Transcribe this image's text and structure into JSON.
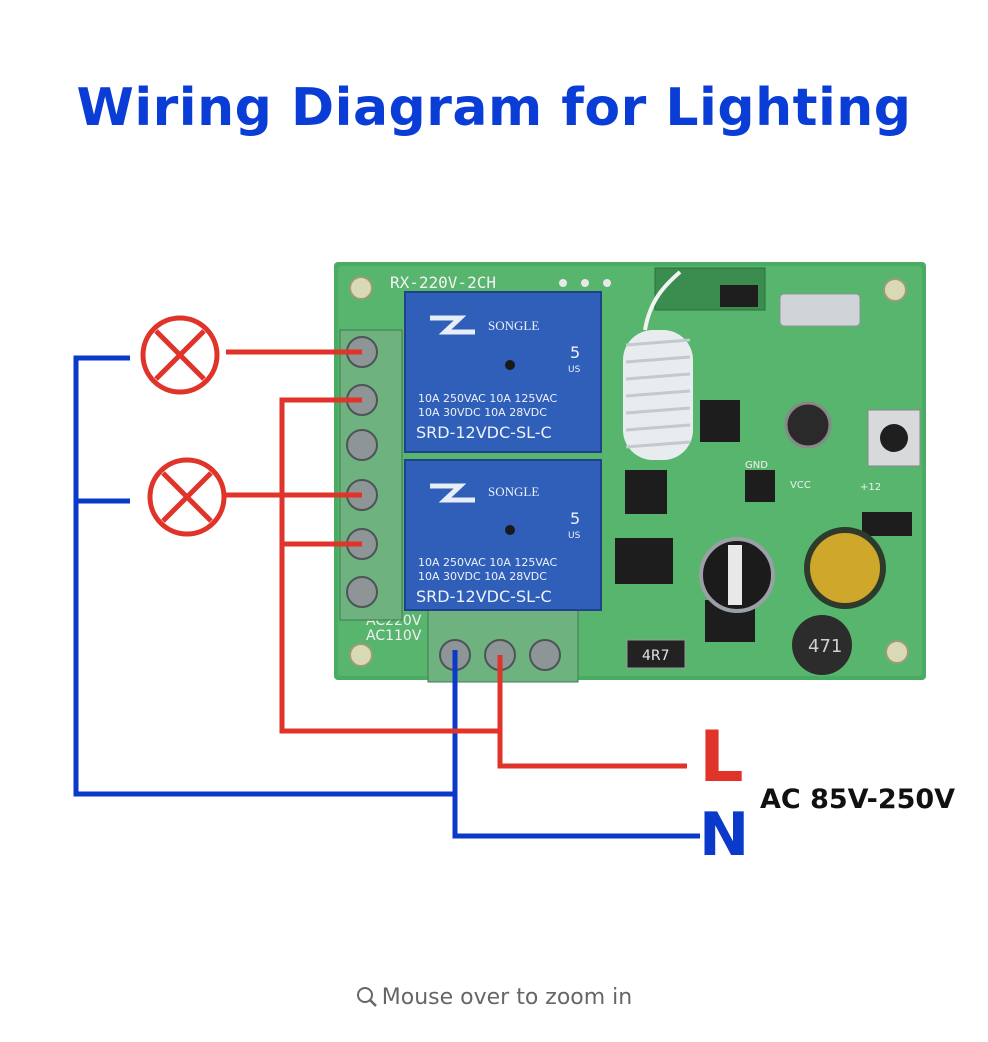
{
  "title": "Wiring Diagram for Lighting",
  "colors": {
    "title": "#0a3cd6",
    "live": "#e0332a",
    "neutral": "#0b39c9",
    "pcb": "#3fa65b",
    "relay": "#2f5fb8",
    "terminal": "#5fa570"
  },
  "board": {
    "model_label": "RX-220V-2CH",
    "relays": [
      {
        "brand": "SONGLE",
        "pin_mark": "5",
        "pin_sub": "US",
        "rating_line_1": "10A 250VAC  10A 125VAC",
        "rating_line_2": "10A 30VDC  10A 28VDC",
        "model": "SRD-12VDC-SL-C"
      },
      {
        "brand": "SONGLE",
        "pin_mark": "5",
        "pin_sub": "US",
        "rating_line_1": "10A 250VAC  10A 125VAC",
        "rating_line_2": "10A 30VDC  10A 28VDC",
        "model": "SRD-12VDC-SL-C"
      }
    ],
    "input_label_1": "AC220V",
    "input_label_2": "AC110V",
    "resistor_label": "4R7",
    "inductor_label": "471",
    "gnd_label": "GND",
    "vcc_label": "VCC",
    "plus12_label": "+12"
  },
  "labels": {
    "live": "L",
    "neutral": "N",
    "voltage_range": "AC 85V-250V"
  },
  "lamps": [
    {
      "icon": "lamp-icon"
    },
    {
      "icon": "lamp-icon"
    }
  ],
  "footer": {
    "zoom_hint": "Mouse over to zoom in",
    "zoom_icon": "magnifier-icon"
  }
}
